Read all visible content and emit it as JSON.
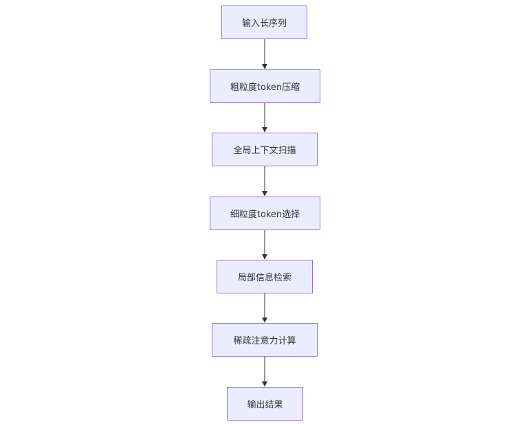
{
  "diagram": {
    "type": "flowchart",
    "direction": "top-down",
    "colors": {
      "node_fill": "#ECECFF",
      "node_border": "#9370DB",
      "edge": "#333333",
      "text": "#333333"
    },
    "nodes": [
      {
        "id": "n1",
        "label": "输入长序列"
      },
      {
        "id": "n2",
        "label": "粗粒度token压缩"
      },
      {
        "id": "n3",
        "label": "全局上下文扫描"
      },
      {
        "id": "n4",
        "label": "细粒度token选择"
      },
      {
        "id": "n5",
        "label": "局部信息检索"
      },
      {
        "id": "n6",
        "label": "稀疏注意力计算"
      },
      {
        "id": "n7",
        "label": "输出结果"
      }
    ],
    "edges": [
      {
        "from": "n1",
        "to": "n2"
      },
      {
        "from": "n2",
        "to": "n3"
      },
      {
        "from": "n3",
        "to": "n4"
      },
      {
        "from": "n4",
        "to": "n5"
      },
      {
        "from": "n5",
        "to": "n6"
      },
      {
        "from": "n6",
        "to": "n7"
      }
    ]
  }
}
